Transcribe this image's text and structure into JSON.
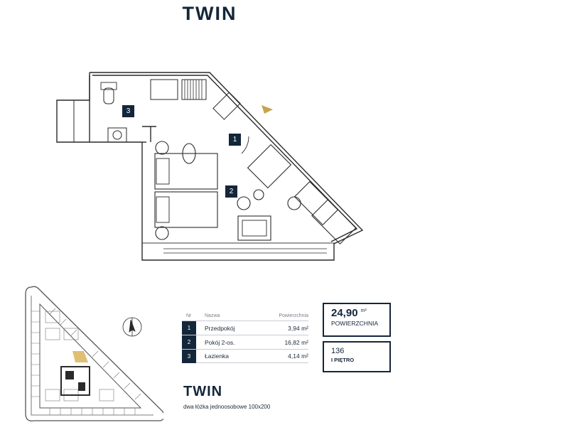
{
  "header": {
    "title": "TWIN"
  },
  "plan": {
    "rooms": [
      {
        "nr": "1"
      },
      {
        "nr": "2"
      },
      {
        "nr": "3"
      }
    ]
  },
  "table": {
    "headers": {
      "nr": "Nr",
      "name": "Nazwa",
      "area": "Powierzchnia"
    },
    "rows": [
      {
        "nr": "1",
        "name": "Przedpokój",
        "area": "3,94 m²"
      },
      {
        "nr": "2",
        "name": "Pokój 2-os.",
        "area": "16,82 m²"
      },
      {
        "nr": "3",
        "name": "Łazienka",
        "area": "4,14 m²"
      }
    ]
  },
  "summary": {
    "area_value": "24,90",
    "area_unit": "m²",
    "area_label": "POWIERZCHNIA",
    "unit_number": "136",
    "floor": "I PIĘTRO"
  },
  "footer": {
    "title": "TWIN",
    "subtitle": "dwa łóżka jednoosobowe 100x200"
  },
  "colors": {
    "navy": "#13263a",
    "gold": "#c9a44c",
    "line": "#2a2a2a"
  }
}
